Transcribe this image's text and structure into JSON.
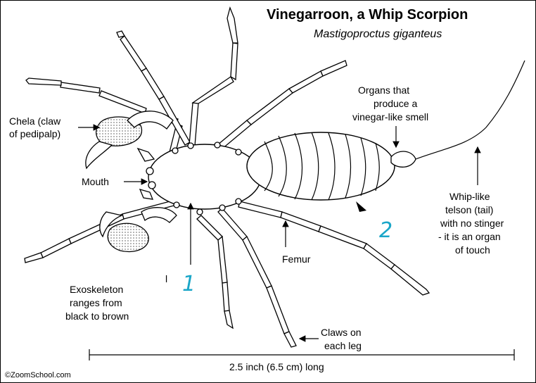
{
  "title": "Vinegarroon, a Whip Scorpion",
  "subtitle": "Mastigoproctus giganteus",
  "labels": {
    "chela_1": "Chela (claw",
    "chela_2": "of pedipalp)",
    "mouth": "Mouth",
    "organs_1": "Organs that",
    "organs_2": "produce a",
    "organs_3": "vinegar-like smell",
    "whip_1": "Whip-like",
    "whip_2": "telson (tail)",
    "whip_3": "with no stinger",
    "whip_4": "- it is an organ",
    "whip_5": "of touch",
    "femur": "Femur",
    "exo_1": "Exoskeleton",
    "exo_2": "ranges from",
    "exo_3": "black to brown",
    "claws_1": "Claws on",
    "claws_2": "each leg",
    "length": "2.5 inch (6.5 cm) long",
    "stray_mark": "l",
    "credit": "©ZoomSchool.com"
  },
  "handwritten": {
    "mark_1": "1",
    "mark_2": "2"
  },
  "colors": {
    "ink": "#000000",
    "annotation": "#1aa6c8"
  }
}
